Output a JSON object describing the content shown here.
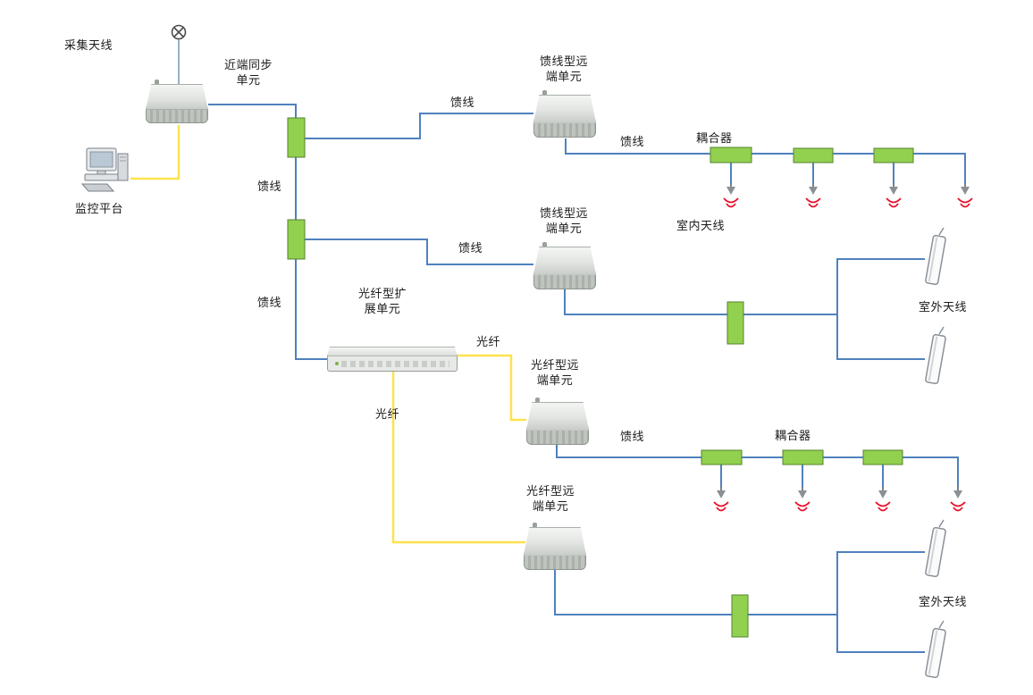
{
  "diagram": {
    "kind": "distributed-antenna-system-topology",
    "nodes": {
      "collect_antenna": "采集天线",
      "near_end_sync_unit": "近端同步单元",
      "monitor_platform": "监控平台",
      "feeder_remote_unit": "馈线型远端单元",
      "fiber_expansion_unit": "光纤型扩展单元",
      "fiber_remote_unit": "光纤型远端单元",
      "coupler": "耦合器",
      "indoor_antenna": "室内天线",
      "outdoor_antenna": "室外天线"
    },
    "links": {
      "feeder": "馈线",
      "fiber": "光纤"
    },
    "colors": {
      "feeder_line": "#4f81bd",
      "fiber_line": "#ffe14d",
      "splitter_fill": "#92d050",
      "splitter_border": "#55832d",
      "signal_wave": "#e8112d"
    }
  }
}
